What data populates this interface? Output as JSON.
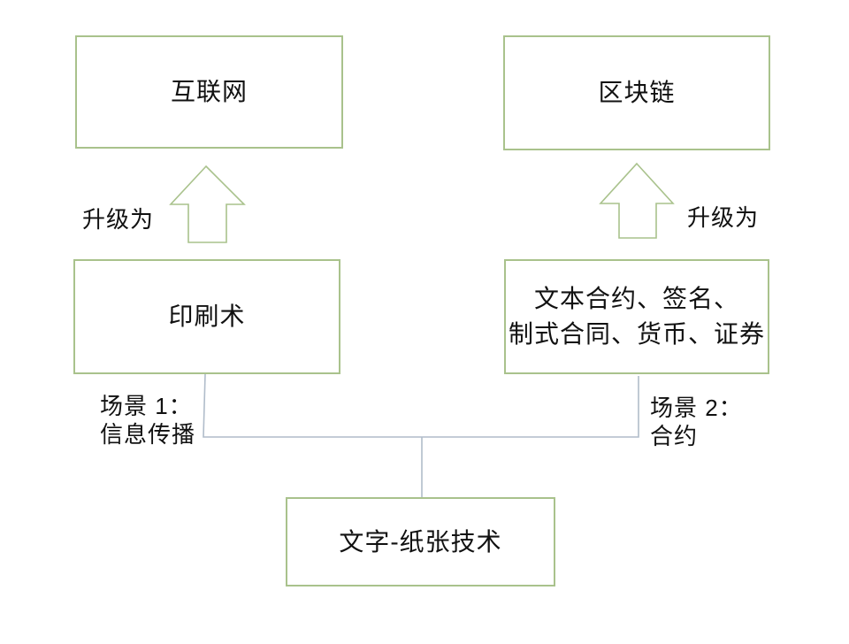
{
  "diagram": {
    "title_hint": "text-paper technology evolution diagram",
    "nodes": {
      "internet": {
        "label": "互联网"
      },
      "blockchain": {
        "label": "区块链"
      },
      "printing": {
        "label": "印刷术"
      },
      "contracts": {
        "lines": [
          "文本合约、签名、",
          "制式合同、货币、证券"
        ]
      },
      "paper": {
        "label": "文字-纸张技术"
      }
    },
    "arrows": {
      "left_label": "升级为",
      "right_label": "升级为"
    },
    "scene_labels": {
      "scene1": {
        "lines": [
          "场景 1：",
          "信息传播"
        ]
      },
      "scene2": {
        "lines": [
          "场景 2：",
          "合约"
        ]
      }
    },
    "colors": {
      "bg": "#ffffff",
      "box_border": "#a9c28c",
      "connector": "#b0bcca",
      "text": "#111111"
    }
  }
}
